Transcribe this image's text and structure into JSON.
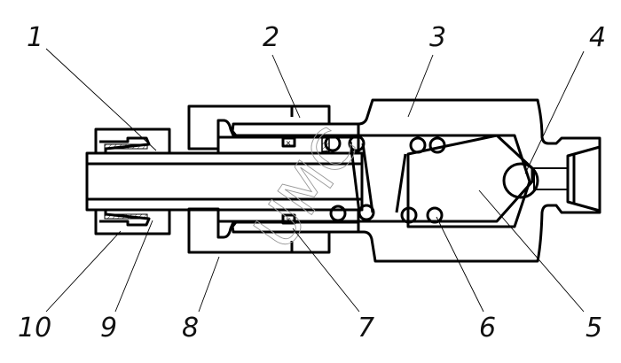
{
  "drawing": {
    "title": "Valve assembly cross-section",
    "watermark": "UMC",
    "callouts": [
      {
        "id": "1",
        "label": "1"
      },
      {
        "id": "2",
        "label": "2"
      },
      {
        "id": "3",
        "label": "3"
      },
      {
        "id": "4",
        "label": "4"
      },
      {
        "id": "5",
        "label": "5"
      },
      {
        "id": "6",
        "label": "6"
      },
      {
        "id": "7",
        "label": "7"
      },
      {
        "id": "8",
        "label": "8"
      },
      {
        "id": "9",
        "label": "9"
      },
      {
        "id": "10",
        "label": "10"
      }
    ],
    "colors": {
      "line": "#000000",
      "background": "#ffffff",
      "watermark": "#999999"
    }
  }
}
